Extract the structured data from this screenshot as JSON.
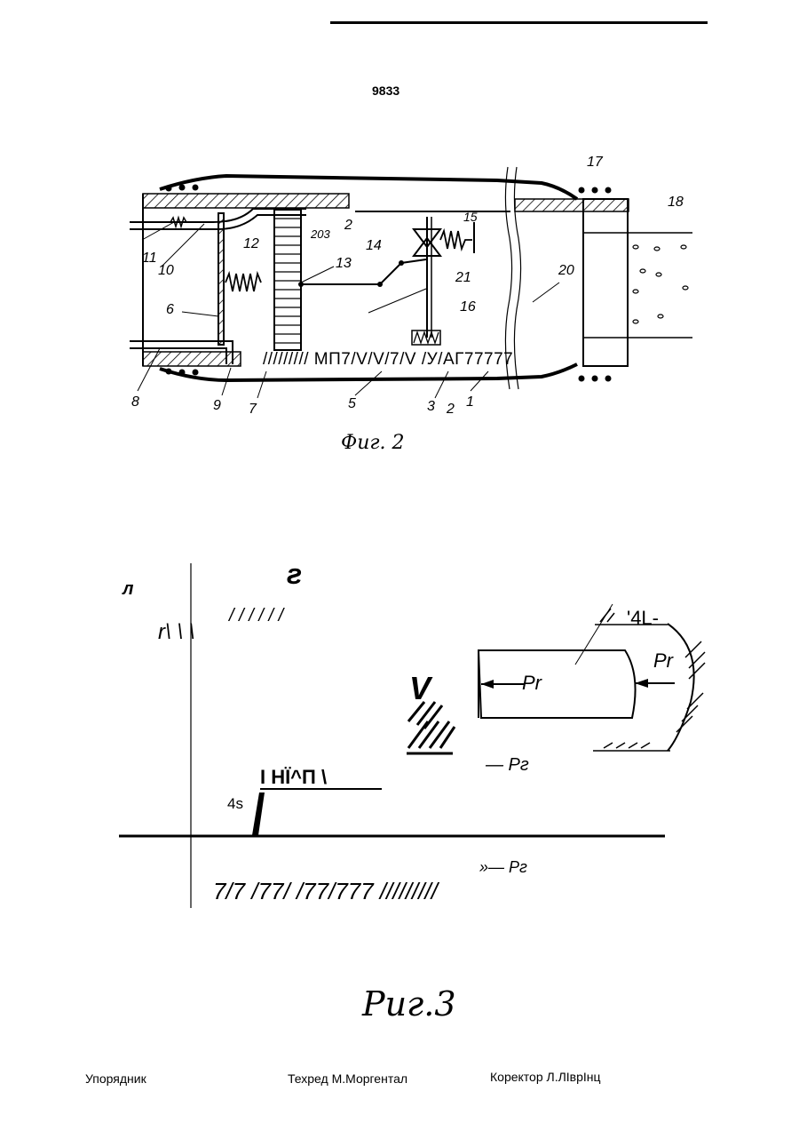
{
  "header": {
    "patent_number": "9833"
  },
  "figure2": {
    "caption": "Фиг. 2",
    "labels": [
      "17",
      "18",
      "2",
      "203",
      "15",
      "14",
      "13",
      "12",
      "11",
      "10",
      "6",
      "21",
      "20",
      "16",
      "8",
      "9",
      "7",
      "5",
      "3",
      "2",
      "1"
    ],
    "bottom_strip_text": "///////// МП7/V/V/7/V /У/АГ77777"
  },
  "figure3": {
    "caption": "Риг.3",
    "stray_text": {
      "l": "л",
      "g": "г",
      "r": "r\\ \\ \\",
      "slashes_top": "/ / /  / / /",
      "four_l": "'4L-",
      "v": "V",
      "pr_inner": "Pr",
      "pr_outer": "Pr",
      "pg_right": "— Pг",
      "hip": "I НЇ^П    \\",
      "four_s": "4s",
      "pg_bottom": "»— Pг",
      "ground": "7/7     /77/ /77/777     /////////"
    }
  },
  "footer": {
    "compiler": "Упорядник",
    "techred": "Техред М.Моргентал",
    "corrector": "Коректор   Л.ЛІврІнц"
  }
}
